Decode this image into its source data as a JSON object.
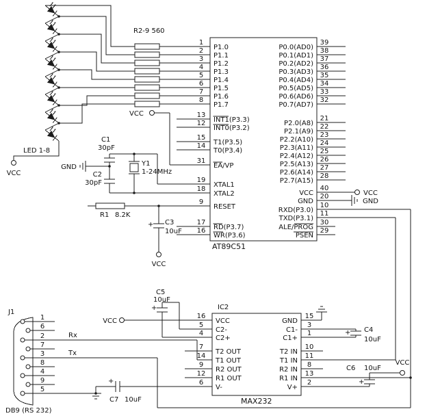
{
  "mcu": {
    "name": "AT89C51",
    "left_pins": [
      {
        "num": "1",
        "label": "P1.0"
      },
      {
        "num": "2",
        "label": "P1.1"
      },
      {
        "num": "3",
        "label": "P1.2"
      },
      {
        "num": "4",
        "label": "P1.3"
      },
      {
        "num": "5",
        "label": "P1.4"
      },
      {
        "num": "6",
        "label": "P1.5"
      },
      {
        "num": "7",
        "label": "P1.6"
      },
      {
        "num": "8",
        "label": "P1.7"
      },
      {
        "num": "13",
        "label": "INT1(P3.3)"
      },
      {
        "num": "12",
        "label": "INT0(P3.2)"
      },
      {
        "num": "15",
        "label": "T1(P3.5)"
      },
      {
        "num": "14",
        "label": "T0(P3.4)"
      },
      {
        "num": "31",
        "label": "EA/VP"
      },
      {
        "num": "19",
        "label": "XTAL1"
      },
      {
        "num": "18",
        "label": "XTAL2"
      },
      {
        "num": "9",
        "label": "RESET"
      },
      {
        "num": "17",
        "label": "RD(P3.7)"
      },
      {
        "num": "16",
        "label": "WR(P3.6)"
      }
    ],
    "right_pins": [
      {
        "num": "39",
        "label": "P0.0(AD0)"
      },
      {
        "num": "38",
        "label": "P0.1(AD1)"
      },
      {
        "num": "37",
        "label": "P0.2(AD2)"
      },
      {
        "num": "36",
        "label": "P0.3(AD3)"
      },
      {
        "num": "35",
        "label": "P0.4(AD4)"
      },
      {
        "num": "34",
        "label": "P0.5(AD5)"
      },
      {
        "num": "33",
        "label": "P0.6(AD6)"
      },
      {
        "num": "32",
        "label": "P0.7(AD7)"
      },
      {
        "num": "21",
        "label": "P2.0(A8)"
      },
      {
        "num": "22",
        "label": "P2.1(A9)"
      },
      {
        "num": "23",
        "label": "P2.2(A10)"
      },
      {
        "num": "24",
        "label": "P2.3(A11)"
      },
      {
        "num": "25",
        "label": "P2.4(A12)"
      },
      {
        "num": "26",
        "label": "P2.5(A13)"
      },
      {
        "num": "27",
        "label": "P2.6(A14)"
      },
      {
        "num": "28",
        "label": "P2.7(A15)"
      },
      {
        "num": "40",
        "label": "VCC"
      },
      {
        "num": "20",
        "label": "GND"
      },
      {
        "num": "10",
        "label": "RXD(P3.0)"
      },
      {
        "num": "11",
        "label": "TXD(P3.1)"
      },
      {
        "num": "30",
        "label": "ALE/PROG"
      },
      {
        "num": "29",
        "label": "PSEN"
      }
    ]
  },
  "max232": {
    "designator": "IC2",
    "name": "MAX232",
    "left_pins": [
      {
        "num": "16",
        "label": "VCC"
      },
      {
        "num": "5",
        "label": "C2-"
      },
      {
        "num": "4",
        "label": "C2+"
      },
      {
        "num": "7",
        "label": "T2 OUT"
      },
      {
        "num": "14",
        "label": "T1 OUT"
      },
      {
        "num": "9",
        "label": "R2 OUT"
      },
      {
        "num": "12",
        "label": "R1 OUT"
      },
      {
        "num": "6",
        "label": "V-"
      }
    ],
    "right_pins": [
      {
        "num": "15",
        "label": "GND"
      },
      {
        "num": "3",
        "label": "C1-"
      },
      {
        "num": "1",
        "label": "C1+"
      },
      {
        "num": "10",
        "label": "T2 IN"
      },
      {
        "num": "11",
        "label": "T1 IN"
      },
      {
        "num": "8",
        "label": "R2 IN"
      },
      {
        "num": "13",
        "label": "R1 IN"
      },
      {
        "num": "2",
        "label": "V+"
      }
    ]
  },
  "led_block": {
    "label": "LED 1-8",
    "res_label": "R2-9 560",
    "vcc": "VCC"
  },
  "osc": {
    "c1": "C1",
    "c1_val": "30pF",
    "c2": "C2",
    "c2_val": "30pF",
    "y1": "Y1",
    "y1_val": "1-24MHz",
    "gnd": "GND"
  },
  "reset_block": {
    "r1": "R1",
    "r1_val": "8.2K",
    "c3": "C3",
    "c3_val": "10uF",
    "vcc": "VCC",
    "plus": "+"
  },
  "ea_vcc": "VCC",
  "mcu_power": {
    "vcc": "VCC",
    "gnd": "GND"
  },
  "max_power": {
    "vcc": "VCC"
  },
  "caps": {
    "c4": "C4",
    "c4_val": "10uF",
    "c5": "C5",
    "c5_val": "10uF",
    "c6": "C6",
    "c6_val": "10uF",
    "c7": "C7",
    "c7_val": "10uF",
    "plus": "+"
  },
  "c6_vcc": "VCC",
  "db9": {
    "designator": "J1",
    "name": "DB9 (RS 232)",
    "rx": "Rx",
    "tx": "Tx",
    "pins": [
      "1",
      "6",
      "2",
      "7",
      "3",
      "8",
      "4",
      "9",
      "5"
    ]
  }
}
